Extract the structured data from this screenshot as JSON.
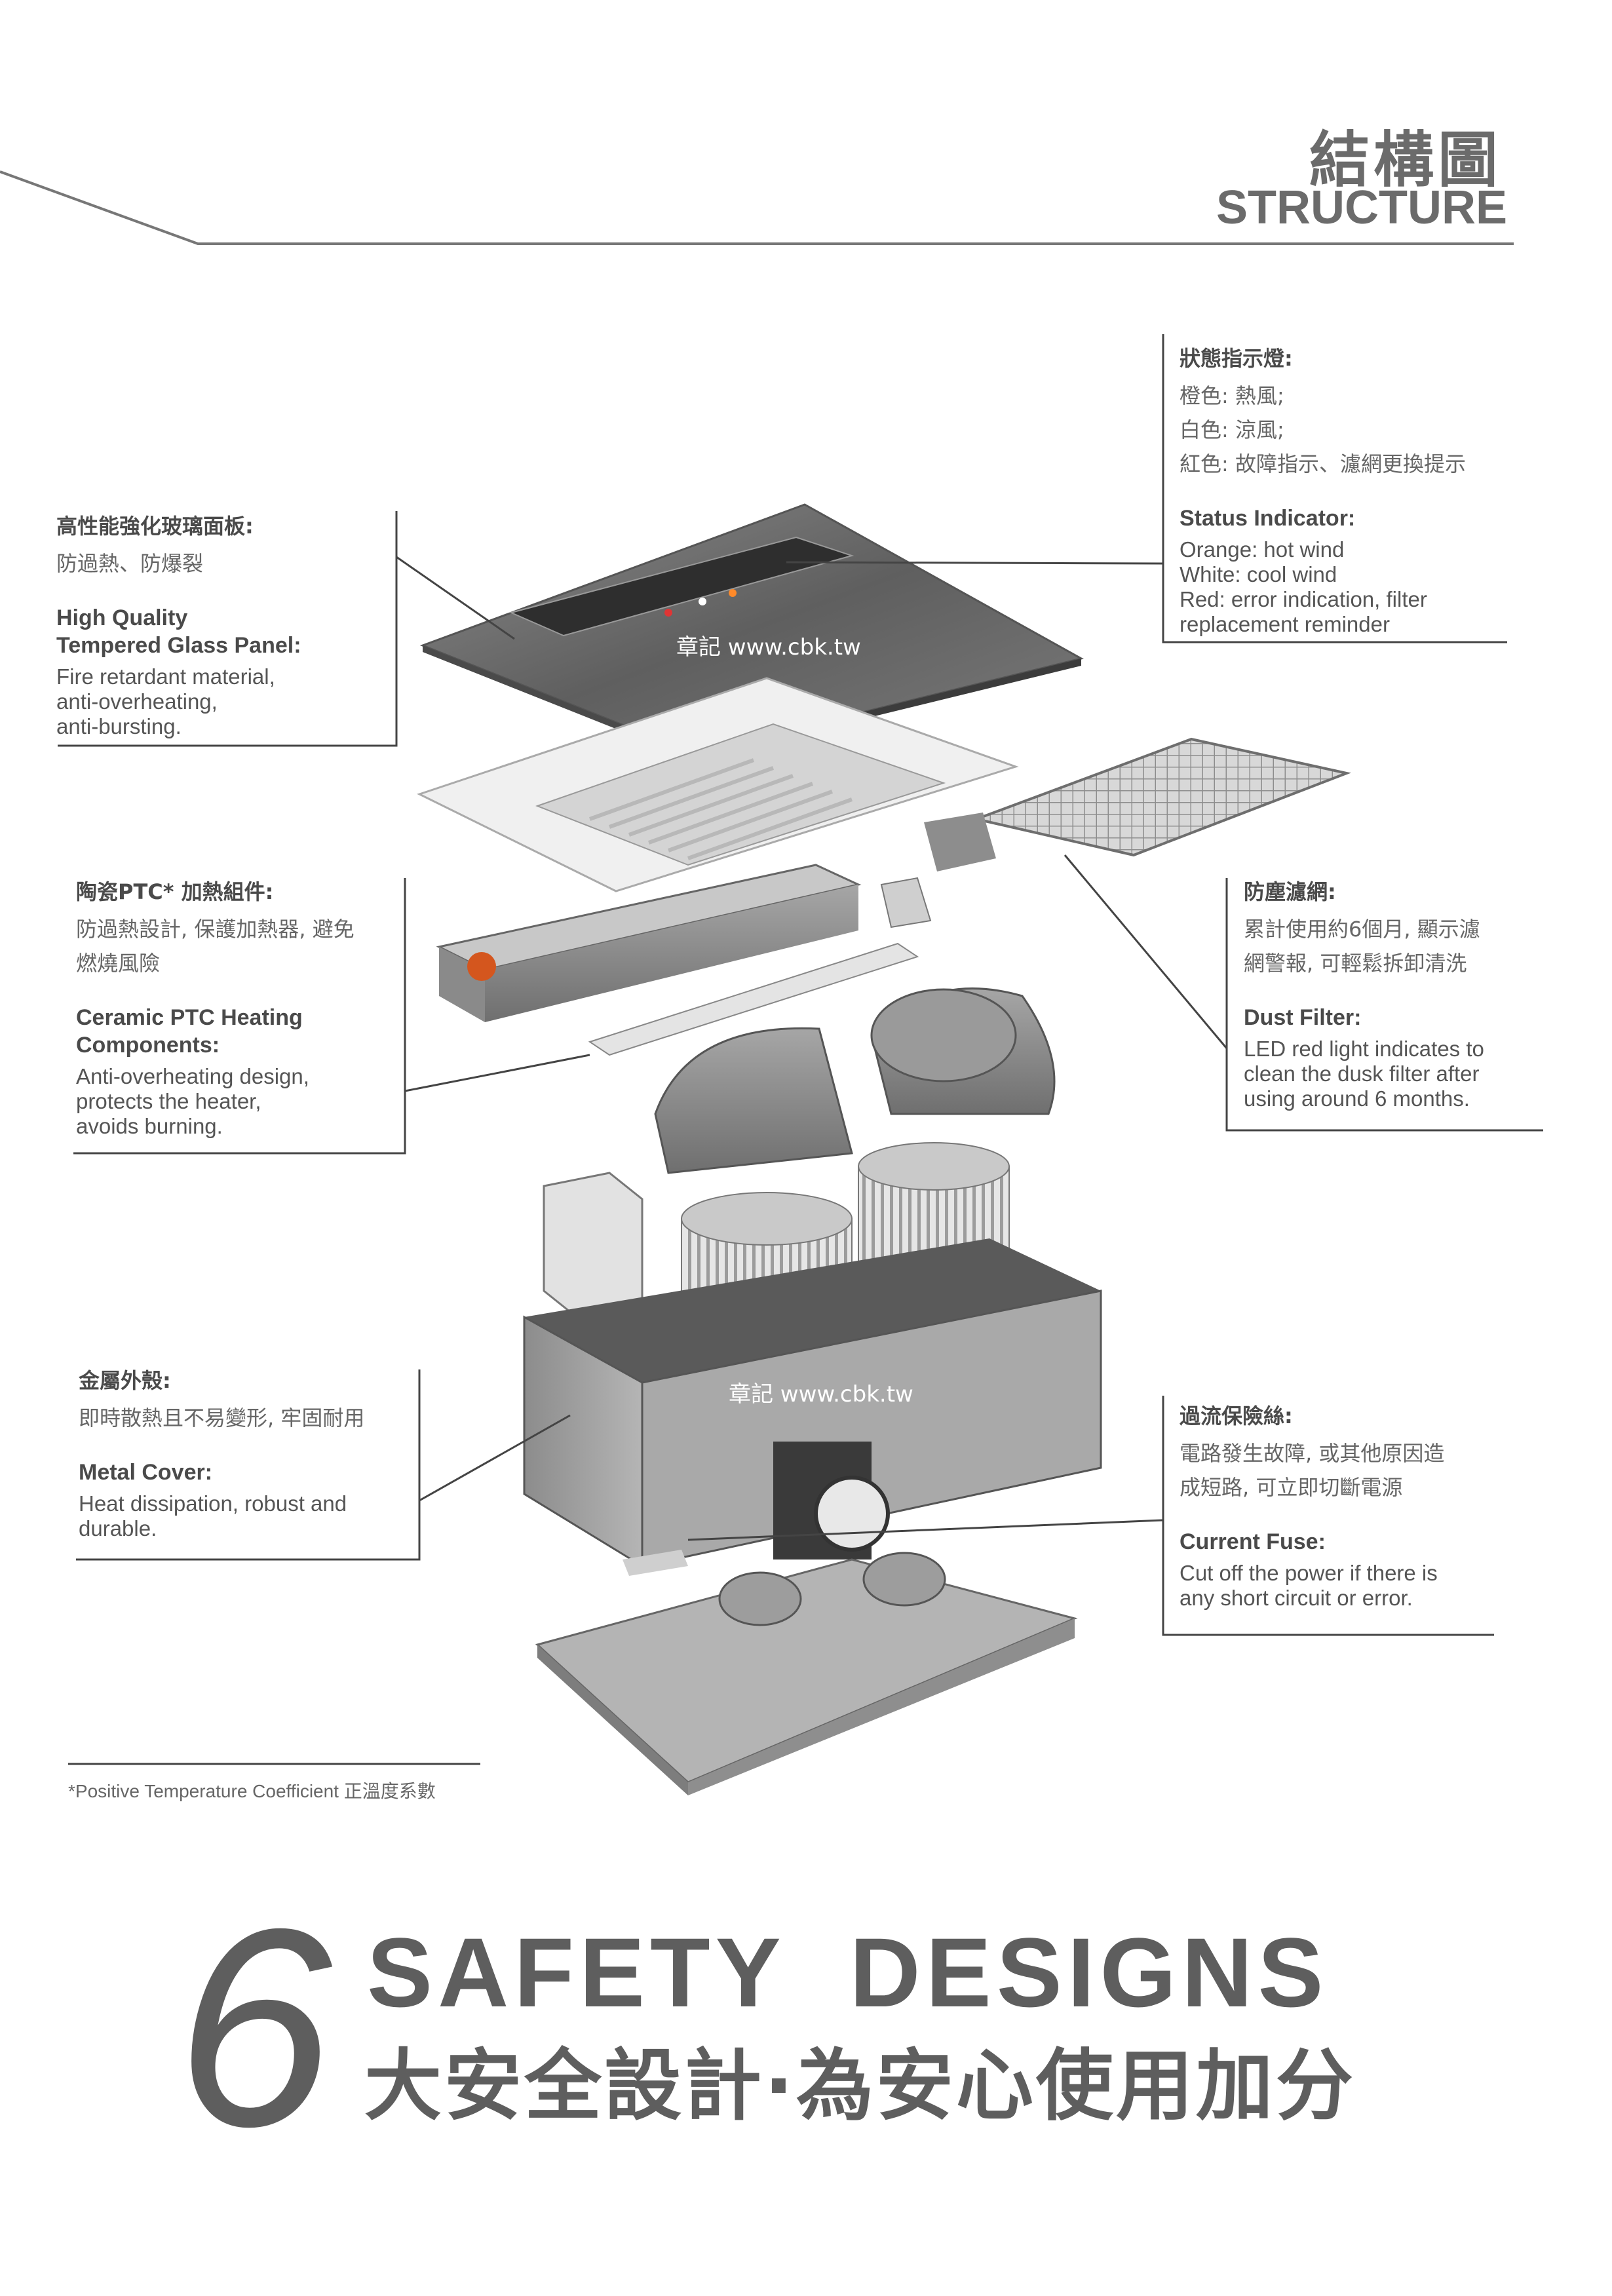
{
  "header": {
    "title_zh": "結構圖",
    "title_en": "STRUCTURE"
  },
  "callouts": {
    "glass_panel": {
      "title_zh": "高性能強化玻璃面板:",
      "body_zh": [
        "防過熱、防爆裂"
      ],
      "title_en": [
        "High Quality",
        "Tempered Glass Panel:"
      ],
      "body_en": [
        "Fire retardant material,",
        "anti-overheating,",
        "anti-bursting."
      ]
    },
    "status_indicator": {
      "title_zh": "狀態指示燈:",
      "body_zh": [
        "橙色: 熱風;",
        "白色: 涼風;",
        "紅色: 故障指示、濾網更換提示"
      ],
      "title_en": [
        "Status Indicator:"
      ],
      "body_en": [
        "Orange: hot wind",
        "White: cool wind",
        "Red: error indication, filter",
        "replacement reminder"
      ]
    },
    "ptc_heating": {
      "title_zh": "陶瓷PTC* 加熱組件:",
      "body_zh": [
        "防過熱設計, 保護加熱器, 避免",
        "燃燒風險"
      ],
      "title_en": [
        "Ceramic PTC Heating",
        "Components:"
      ],
      "body_en": [
        "Anti-overheating design,",
        "protects the heater,",
        "avoids burning."
      ]
    },
    "dust_filter": {
      "title_zh": "防塵濾網:",
      "body_zh": [
        "累計使用約6個月, 顯示濾",
        "網警報, 可輕鬆拆卸清洗"
      ],
      "title_en": [
        "Dust Filter:"
      ],
      "body_en": [
        "LED red light indicates to",
        "clean the dusk filter after",
        "using around 6 months."
      ]
    },
    "metal_cover": {
      "title_zh": "金屬外殼:",
      "body_zh": [
        "即時散熱且不易變形, 牢固耐用"
      ],
      "title_en": [
        "Metal Cover:"
      ],
      "body_en": [
        "Heat dissipation, robust and",
        "durable."
      ]
    },
    "current_fuse": {
      "title_zh": "過流保險絲:",
      "body_zh": [
        "電路發生故障, 或其他原因造",
        "成短路, 可立即切斷電源"
      ],
      "title_en": [
        "Current Fuse:"
      ],
      "body_en": [
        "Cut off the power if there is",
        "any short circuit or error."
      ]
    }
  },
  "watermarks": [
    "章記 www.cbk.tw",
    "章記 www.cbk.tw"
  ],
  "footnote": "*Positive Temperature Coefficient 正溫度系數",
  "banner": {
    "number": "6",
    "title_en": "SAFETY  DESIGNS",
    "title_zh": "大安全設計·為安心使用加分"
  },
  "colors": {
    "text_dark": "#4a4a4a",
    "banner_gray": "#5e5e5e",
    "line": "#444444"
  }
}
